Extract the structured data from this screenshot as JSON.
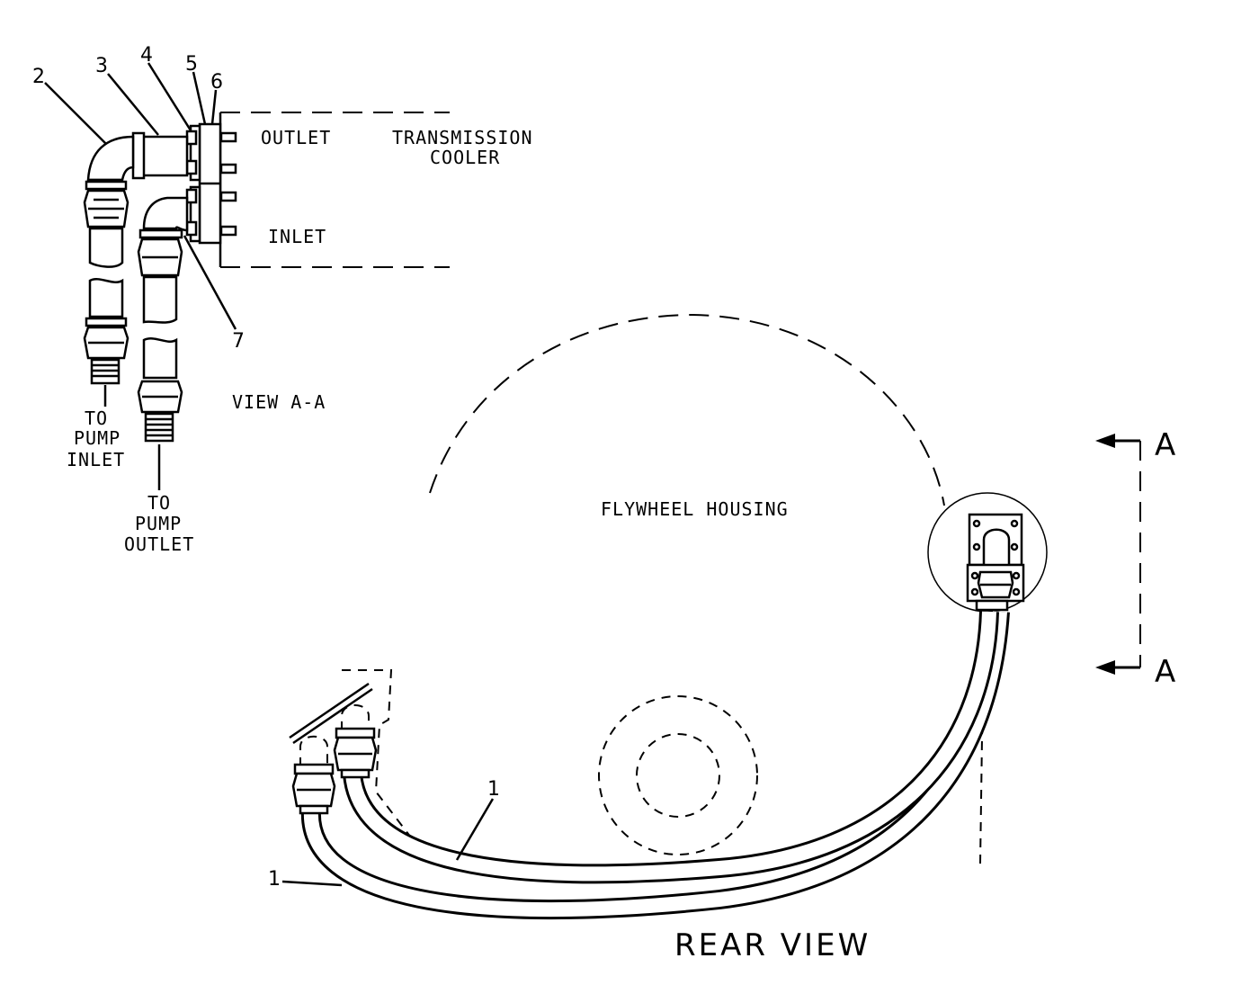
{
  "labels": {
    "outlet": "OUTLET",
    "inlet": "INLET",
    "transmission": "TRANSMISSION",
    "cooler": "COOLER",
    "to_pump_inlet": [
      "TO",
      "PUMP",
      "INLET"
    ],
    "to_pump_outlet": [
      "TO",
      "PUMP",
      "OUTLET"
    ],
    "view_aa": "VIEW A-A",
    "flywheel_housing": "FLYWHEEL HOUSING",
    "rear_view": "REAR VIEW",
    "section_a_top": "A",
    "section_a_bottom": "A"
  },
  "callouts": {
    "c1a": "1",
    "c1b": "1",
    "c2": "2",
    "c3": "3",
    "c4": "4",
    "c5": "5",
    "c6": "6",
    "c7": "7"
  }
}
